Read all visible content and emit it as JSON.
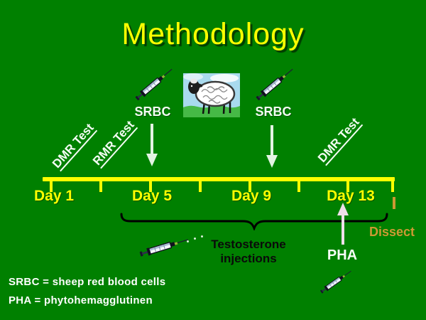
{
  "slide": {
    "title": "Methodology",
    "colors": {
      "background": "#008000",
      "title": "#FFFF00",
      "timeline": "#FFFF00",
      "day_labels": "#FFFF00",
      "test_labels": "#F4FCF4",
      "testosterone_text": "#0A0A0A",
      "dissect": "#CC9933",
      "srbc_arrow": "#E3F4E3",
      "pha_arrow": "#EFDFEA",
      "brace": "#000000"
    }
  },
  "timeline": {
    "days": [
      "Day 1",
      "Day 5",
      "Day 9",
      "Day 13"
    ],
    "tests": [
      "DMR Test",
      "RMR Test",
      "DMR Test"
    ],
    "injection_events": [
      "SRBC",
      "SRBC"
    ]
  },
  "annotations": {
    "testosterone_line1": "Testosterone",
    "testosterone_line2": "injections",
    "pha": "PHA",
    "dissect": "Dissect"
  },
  "legend": {
    "srbc": "SRBC = sheep red blood cells",
    "pha": "PHA = phytohemagglutinen"
  },
  "icons": {
    "syringe": "syringe-icon",
    "sheep": "sheep-image",
    "down_arrow": "down-arrow-icon",
    "up_arrow": "up-arrow-icon",
    "brace": "curly-brace-icon"
  }
}
